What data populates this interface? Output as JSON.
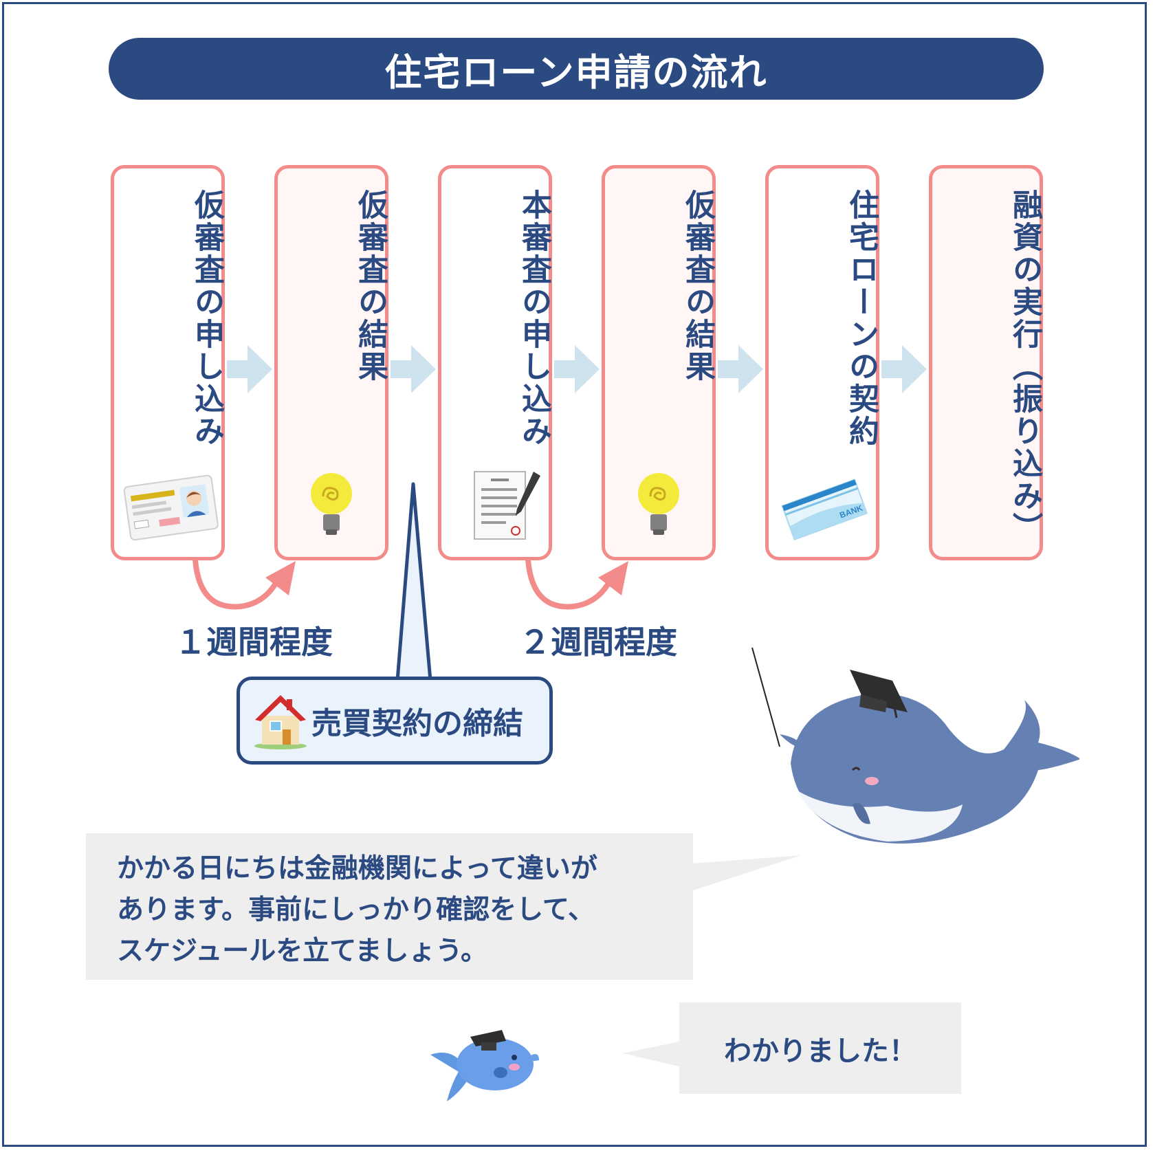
{
  "title": "住宅ローン申請の流れ",
  "steps": [
    {
      "label": "仮審査の申し込み",
      "icon": "id-card-icon"
    },
    {
      "label": "仮審査の結果",
      "icon": "lightbulb-icon"
    },
    {
      "label": "本審査の申し込み",
      "icon": "document-pen-icon"
    },
    {
      "label": "仮審査の結果",
      "icon": "lightbulb-icon"
    },
    {
      "label": "住宅ローンの契約",
      "icon": "bankbook-icon"
    },
    {
      "label": "融資の実行（振り込み）",
      "icon": ""
    }
  ],
  "durations": {
    "first": "１週間程度",
    "second": "２週間程度"
  },
  "callout": {
    "icon": "house-icon",
    "text": "売買契約の締結"
  },
  "speech": {
    "teacher_line1": "かかる日にちは金融機関によって違いが",
    "teacher_line2": "あります。事前にしっかり確認をして、",
    "teacher_line3": "スケジュールを立てましょう。",
    "student": "わかりました！"
  },
  "colors": {
    "navy": "#2b4a82",
    "coral": "#f28b8a",
    "light_blue_arrow": "#cfe3ee",
    "speech_gray": "#eeeeee"
  }
}
